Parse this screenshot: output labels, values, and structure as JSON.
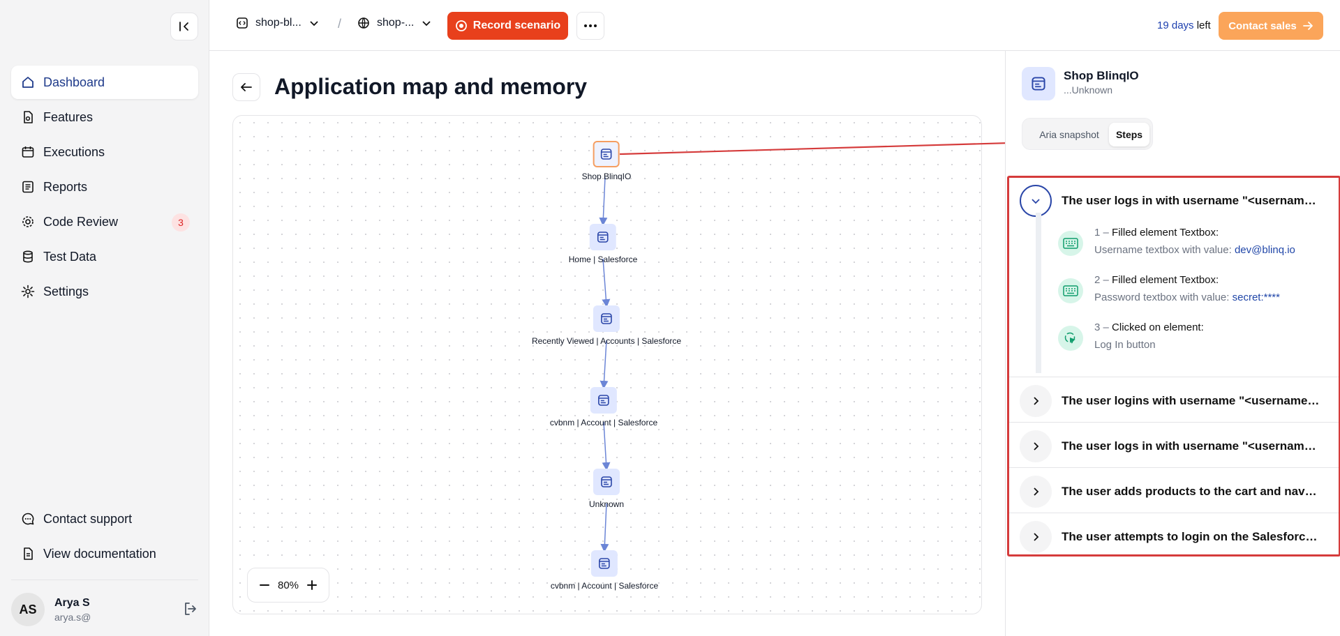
{
  "sidebar": {
    "items": [
      {
        "label": "Dashboard",
        "icon": "home-icon"
      },
      {
        "label": "Features",
        "icon": "features-icon"
      },
      {
        "label": "Executions",
        "icon": "calendar-icon"
      },
      {
        "label": "Reports",
        "icon": "list-icon"
      },
      {
        "label": "Code Review",
        "icon": "gear-icon",
        "badge": "3"
      },
      {
        "label": "Test Data",
        "icon": "database-icon"
      },
      {
        "label": "Settings",
        "icon": "gear-icon"
      }
    ],
    "bottom": [
      {
        "label": "Contact support",
        "icon": "chat-icon"
      },
      {
        "label": "View documentation",
        "icon": "document-icon"
      }
    ],
    "user": {
      "initials": "AS",
      "name": "Arya S",
      "email": "arya.s@"
    }
  },
  "topbar": {
    "project": "shop-bl...",
    "environment": "shop-...",
    "separator": "/",
    "record_label": "Record scenario",
    "trial_days": "19 days",
    "trial_suffix": "left",
    "contact_label": "Contact sales"
  },
  "main": {
    "title": "Application map and memory",
    "zoom": "80%",
    "nodes": [
      {
        "label": "Shop BlinqIO",
        "selected": true
      },
      {
        "label": "Home | Salesforce"
      },
      {
        "label": "Recently Viewed | Accounts | Salesforce"
      },
      {
        "label": "cvbnm | Account | Salesforce"
      },
      {
        "label": "Unknown"
      },
      {
        "label": "cvbnm | Account | Salesforce"
      }
    ]
  },
  "panel": {
    "app_name": "Shop BlinqIO",
    "app_sub": "...Unknown",
    "tabs": {
      "aria": "Aria snapshot",
      "steps": "Steps"
    },
    "scenarios": [
      {
        "title": "The user logs in with username \"<username>\" and password \"<password>\"",
        "expanded": true,
        "steps": [
          {
            "num": "1 –",
            "action": "Filled element Textbox:",
            "detail": "Username textbox with value:",
            "value": "dev@blinq.io",
            "icon": "keyboard-icon"
          },
          {
            "num": "2 –",
            "action": "Filled element Textbox:",
            "detail": "Password textbox with value:",
            "value": "secret:****",
            "icon": "keyboard-icon"
          },
          {
            "num": "3 –",
            "action": "Clicked on element:",
            "detail": "Log In button",
            "value": "",
            "icon": "click-icon"
          }
        ]
      },
      {
        "title": "The user logins with username \"<username>\" and password \"<password>\"",
        "expanded": false
      },
      {
        "title": "The user logs in with username \"<username>\" and password \"<password>\"",
        "expanded": false
      },
      {
        "title": "The user adds products to the cart and navigates to checkout",
        "expanded": false
      },
      {
        "title": "The user attempts to login on the Salesforce login page",
        "expanded": false
      }
    ]
  },
  "colors": {
    "accent": "#e8401c",
    "contact": "#fba55a",
    "highlight": "#d53b3b",
    "link": "#2046a8"
  }
}
